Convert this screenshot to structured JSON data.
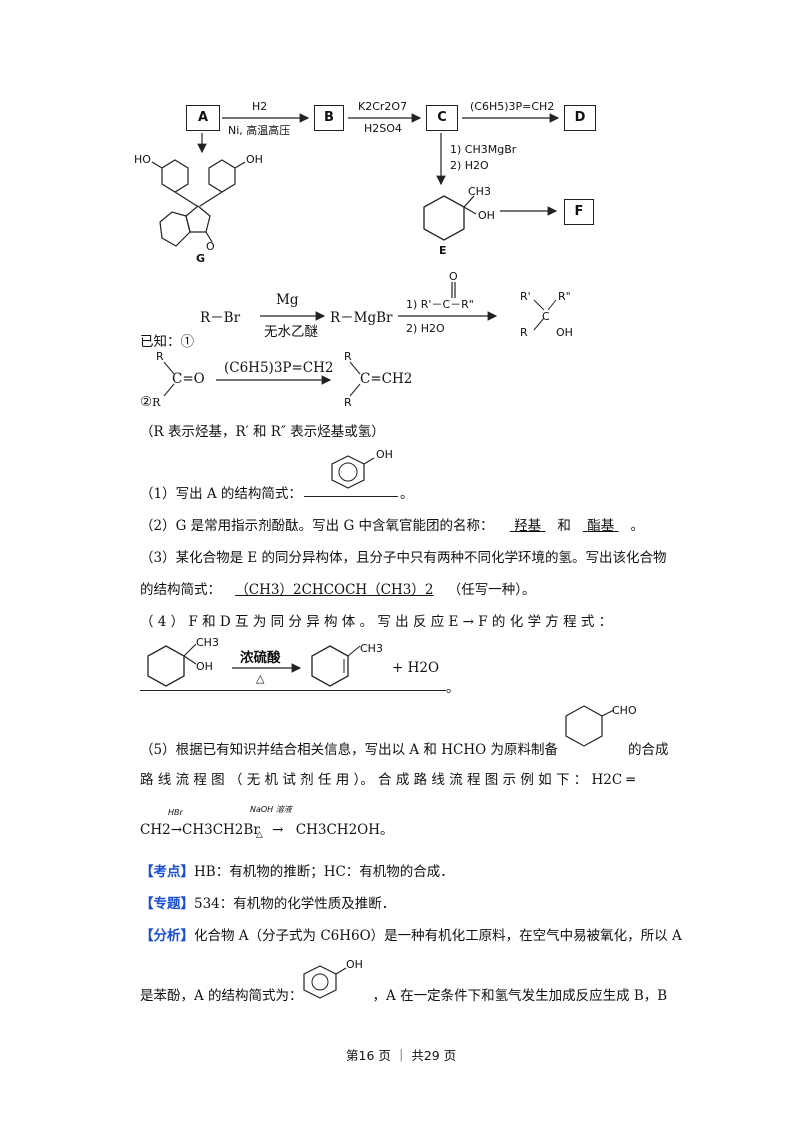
{
  "scheme": {
    "boxes": [
      "A",
      "B",
      "C",
      "D",
      "F"
    ],
    "arrow_AB_top": "H2",
    "arrow_AB_bottom": "Ni, 高温高压",
    "arrow_BC_top": "K2Cr2O7",
    "arrow_BC_bottom": "H2SO4",
    "arrow_CD_top": "(C6H5)3P=CH2",
    "arrow_CE_1": "1) CH3MgBr",
    "arrow_CE_2": "2) H2O",
    "label_E": "E",
    "label_G": "G",
    "E_sub_ch3": "CH3",
    "E_sub_oh": "OH",
    "G_oh_left": "HO",
    "G_oh_right": "OH",
    "G_o": "O"
  },
  "known": {
    "prefix": "已知：",
    "item1": "①",
    "item2": "②",
    "r1_reactant": "R－Br",
    "r1_reagent_top": "Mg",
    "r1_reagent_bottom": "无水乙醚",
    "r1_mid": "R－MgBr",
    "r1_step1": "1) R'－C－R\"",
    "r1_step1_o": "O",
    "r1_step2": "2) H2O",
    "r1_prod_r1": "R'",
    "r1_prod_r2": "R\"",
    "r1_prod_r": "R",
    "r1_prod_c": "C",
    "r1_prod_oh": "OH",
    "r2_reagent": "(C6H5)3P=CH2",
    "r2_react_c": "C=O",
    "r2_prod_c": "C=CH2",
    "r2_r": "R",
    "note": "（R 表示烃基，R′ 和 R″ 表示烃基或氢）"
  },
  "questions": {
    "q1_label": "（1）写出 A 的结构简式：",
    "q1_oh": "OH",
    "q1_end": "。",
    "q2": "（2）G 是常用指示剂酚酞。写出 G 中含氧官能团的名称：",
    "q2_ans1": "羟基",
    "q2_and": "和",
    "q2_ans2": "酯基",
    "q2_end": "。",
    "q3_line1": "（3）某化合物是 E 的同分异构体，且分子中只有两种不同化学环境的氢。写出该化合物",
    "q3_line2_label": "的结构简式：",
    "q3_answer": "（CH3）2CHCOCH（CH3）2",
    "q3_tail": "（任写一种）。",
    "q4": "（ 4 ） F 和 D 互 为 同 分 异 构 体 。 写 出 反 应 E → F 的 化 学 方 程 式 ：",
    "q4_ch3_left": "CH3",
    "q4_oh": "OH",
    "q4_reagent": "浓硫酸",
    "q4_cond": "△",
    "q4_ch3_right": "CH3",
    "q4_water": "+ H2O",
    "q4_end": "。",
    "q5_cho": "CHO",
    "q5_line1_a": "（5）根据已有知识并结合相关信息，写出以 A 和 HCHO 为原料制备",
    "q5_line1_b": "的合成",
    "q5_line2": "路 线 流 程 图 （ 无 机 试 剂 任 用 ）。 合 成 路 线 流 程 图 示 例 如 下 ： H2C ═",
    "q5_ex_hbr": "HBr",
    "q5_ex_naoh": "NaOH 溶液",
    "q5_ex_heat": "△",
    "q5_line3_a": "CH2",
    "q5_line3_b": "CH3CH2Br",
    "q5_line3_c": "CH3CH2OH。"
  },
  "kaodian_tag": "【考点】",
  "kaodian": "HB：有机物的推断；HC：有机物的合成．",
  "zhuanti_tag": "【专题】",
  "zhuanti": "534：有机物的化学性质及推断．",
  "fenxi_tag": "【分析】",
  "fenxi_line1": "化合物 A（分子式为 C6H6O）是一种有机化工原料，在空气中易被氧化，所以 A",
  "fenxi_line2_a": "是苯酚，A 的结构简式为：",
  "fenxi_oh": "OH",
  "fenxi_line2_b": "，A 在一定条件下和氢气发生加成反应生成 B，B",
  "footer": "第16 页 ｜ 共29 页"
}
